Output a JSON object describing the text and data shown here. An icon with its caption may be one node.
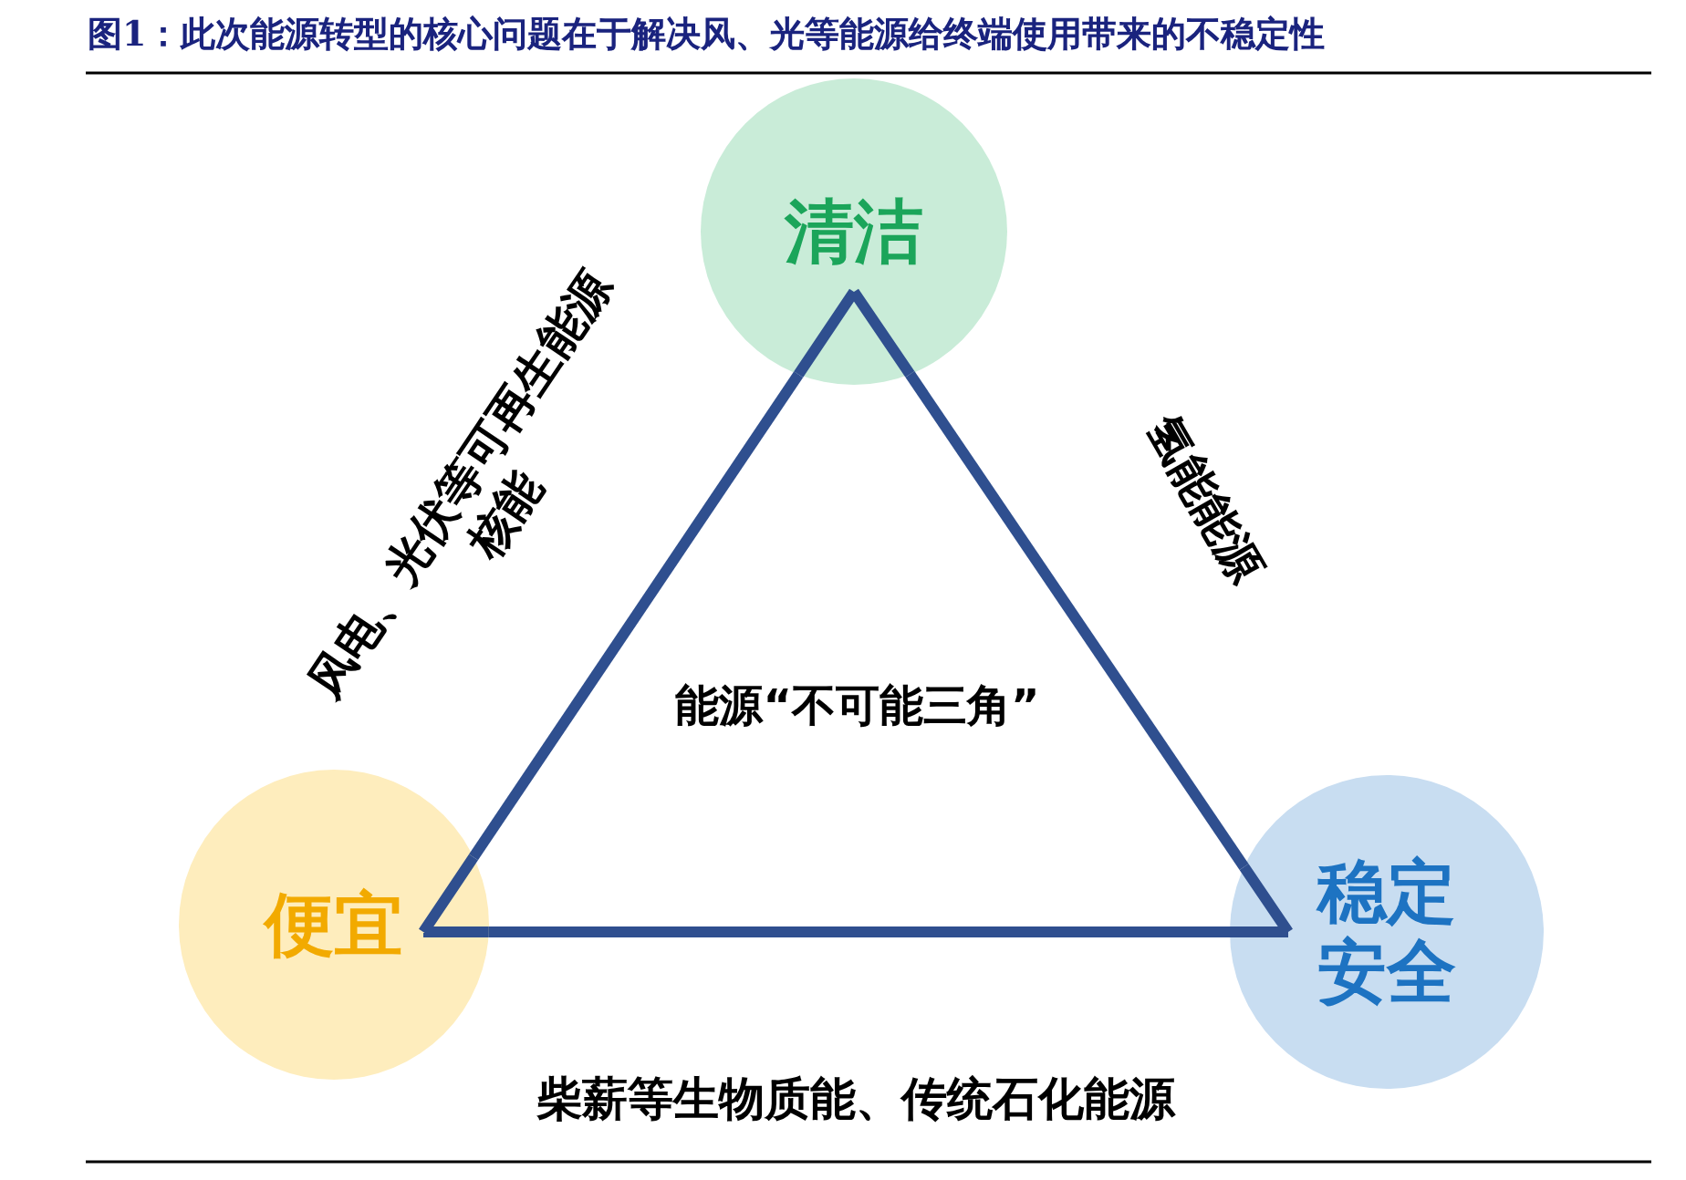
{
  "diagram": {
    "title": "图1：此次能源转型的核心问题在于解决风、光等能源给终端使用带来的不稳定性",
    "nodes": [
      {
        "text": [
          "清洁"
        ]
      },
      {
        "text": [
          "便宜"
        ]
      },
      {
        "text": [
          "稳定安全"
        ]
      }
    ],
    "edges": [
      {
        "from": 0,
        "to": 1,
        "arrow": "none",
        "label": "风电、光伏等可再生能源核能"
      },
      {
        "from": 0,
        "to": 2,
        "arrow": "none",
        "label": "氢能能源"
      },
      {
        "from": 1,
        "to": 2,
        "arrow": "none",
        "label": "柴薪等生物质能、传统石化能源"
      }
    ],
    "labels": [
      "能源“不可能三角”"
    ]
  }
}
